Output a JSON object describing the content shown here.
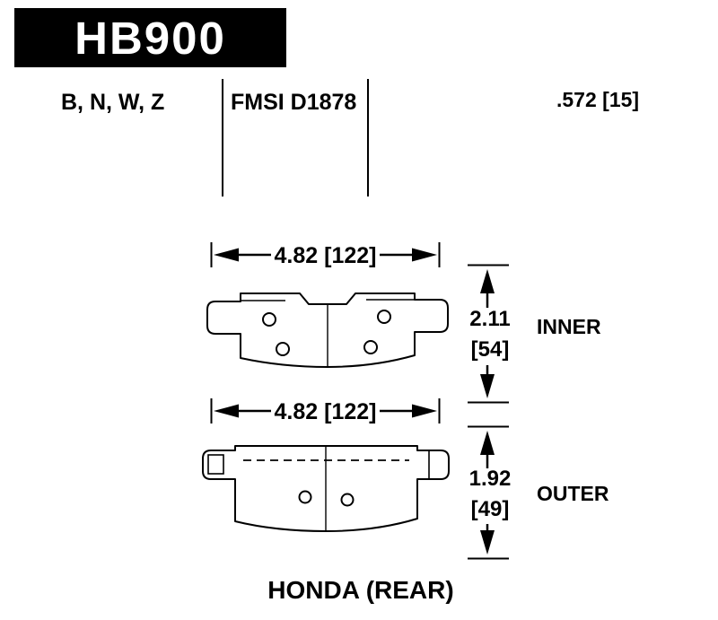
{
  "header": {
    "part_number": "HB900",
    "compounds": "B, N, W, Z",
    "fmsi": "FMSI D1878",
    "thickness": ".572 [15]"
  },
  "inner_pad": {
    "width_dim": "4.82 [122]",
    "height_dim_in": "2.11",
    "height_dim_mm": "[54]",
    "label": "INNER"
  },
  "outer_pad": {
    "width_dim": "4.82 [122]",
    "height_dim_in": "1.92",
    "height_dim_mm": "[49]",
    "label": "OUTER"
  },
  "footer": {
    "application": "HONDA (REAR)"
  }
}
